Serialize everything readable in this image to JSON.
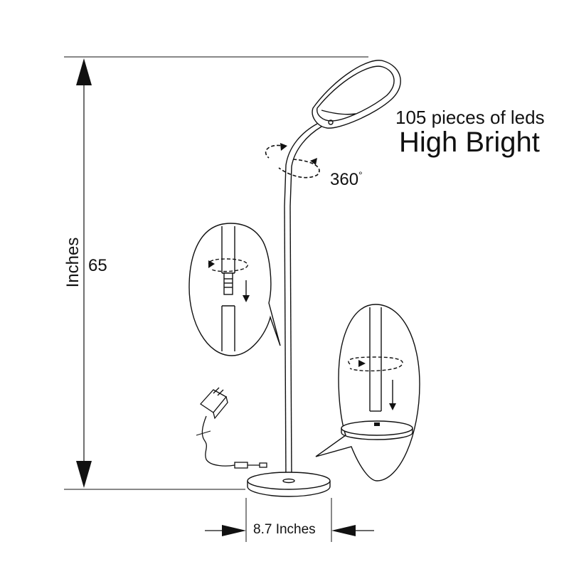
{
  "headline_line1": "105 pieces of leds",
  "headline_line2": "High Bright",
  "rotation_label": "360",
  "rotation_degree_symbol": "°",
  "height_value": "65",
  "height_unit": "Inches",
  "base_width_label": "8.7 Inches",
  "colors": {
    "ink": "#111111",
    "background": "#ffffff"
  }
}
